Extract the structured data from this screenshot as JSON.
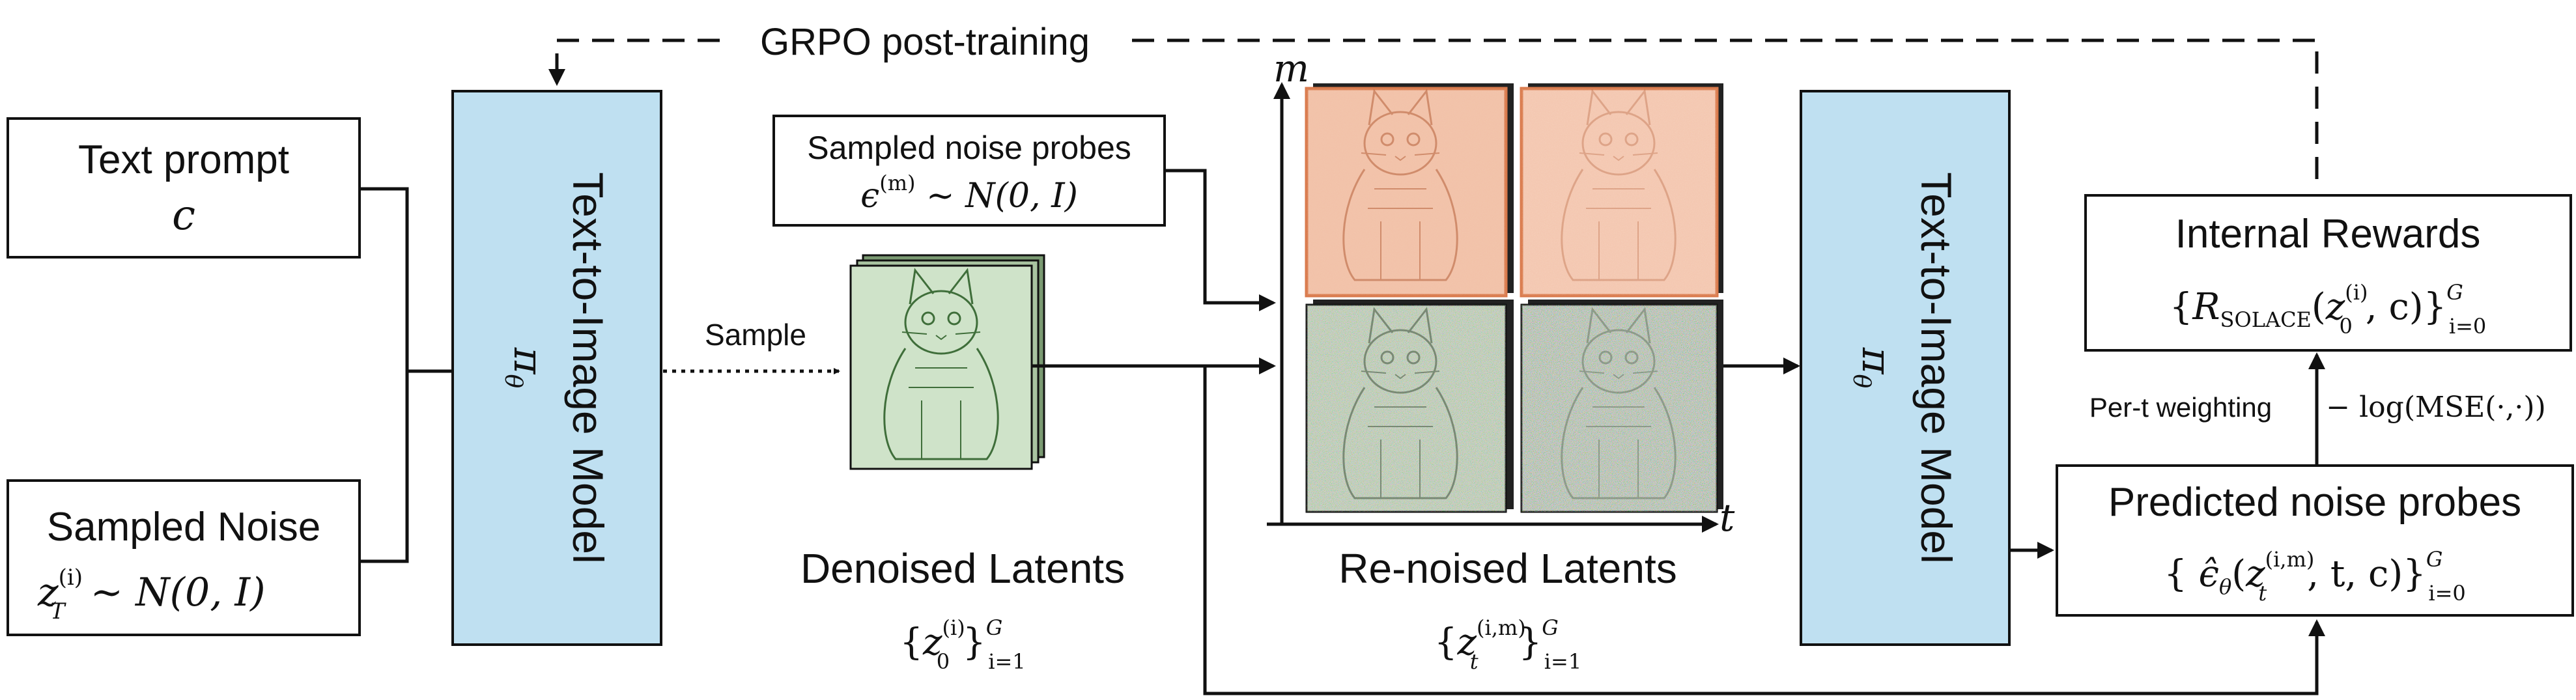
{
  "feedback_label": "GRPO post-training",
  "text_prompt": {
    "title": "Text prompt",
    "symbol": "c"
  },
  "sampled_noise": {
    "title": "Sampled Noise",
    "formula": "z",
    "sup": "(i)",
    "sub": "T",
    "dist": " ~ N(0, I)"
  },
  "model_left": {
    "title": "Text-to-Image Model",
    "symbol": "π",
    "symbol_sub": "θ"
  },
  "model_right": {
    "title": "Text-to-Image Model",
    "symbol": "π",
    "symbol_sub": "θ"
  },
  "sample_label": "Sample",
  "noise_probes": {
    "title": "Sampled noise probes",
    "eps": "ϵ",
    "sup": "(m)",
    "dist": " ~ N(0, I)"
  },
  "denoised": {
    "title": "Denoised Latents",
    "z": "z",
    "sub": "0",
    "sup": "(i)",
    "upper": "G",
    "lower": "i=1"
  },
  "renoised": {
    "title": "Re-noised Latents",
    "z": "z",
    "sub": "t",
    "sup": "(i,m)",
    "upper": "G",
    "lower": "i=1"
  },
  "axes": {
    "y": "m",
    "x": "t"
  },
  "internal_rewards": {
    "title": "Internal Rewards",
    "R": "R",
    "R_sub": "SOLACE",
    "arg_z": "z",
    "arg_sub": "0",
    "arg_sup": "(i)",
    "arg_c": ", c)",
    "upper": "G",
    "lower": "i=0"
  },
  "predicted": {
    "title": "Predicted noise probes",
    "eps": "ϵ̂",
    "eps_sub": "θ",
    "z": "z",
    "sub": "t",
    "sup": "(i,m)",
    "args": ", t, c)",
    "upper": "G",
    "lower": "i=0"
  },
  "weighting_label": "Per-t weighting",
  "mse_label": "− log(MSE(·,·))",
  "colors": {
    "model_fill": "#bfe0f1",
    "latent_green": "#cfe3c9",
    "latent_orange": "#f3c6ae"
  }
}
